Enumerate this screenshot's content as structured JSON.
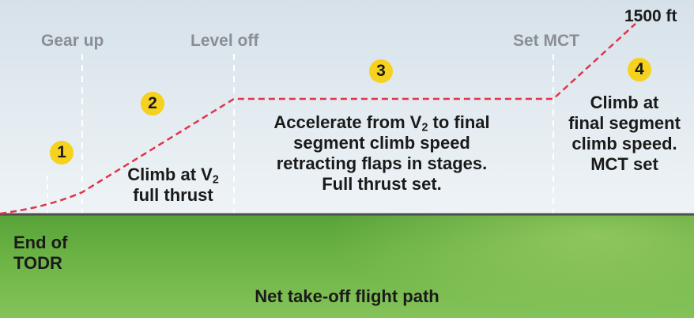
{
  "colors": {
    "flight_path": "#e0354a",
    "badge": "#f6d21e",
    "ground_line": "#4d4d4d",
    "marker_line": "#ffffff"
  },
  "labels": {
    "altitude": "1500 ft",
    "gear_up": "Gear up",
    "level_off": "Level off",
    "set_mct": "Set MCT",
    "end_of_todr_1": "End of",
    "end_of_todr_2": "TODR",
    "footer": "Net take-off flight path"
  },
  "segments": [
    {
      "number": "1"
    },
    {
      "number": "2",
      "line1_prefix": "Climb at V",
      "line1_sub": "2",
      "line2": "full thrust"
    },
    {
      "number": "3",
      "line1_prefix": "Accelerate from V",
      "line1_sub": "2",
      "line1_suffix": " to final",
      "line2": "segment climb speed",
      "line3": "retracting flaps in stages.",
      "line4": "Full thrust set."
    },
    {
      "number": "4",
      "line1": "Climb at",
      "line2": "final segment",
      "line3": "climb speed.",
      "line4": "MCT set"
    }
  ]
}
